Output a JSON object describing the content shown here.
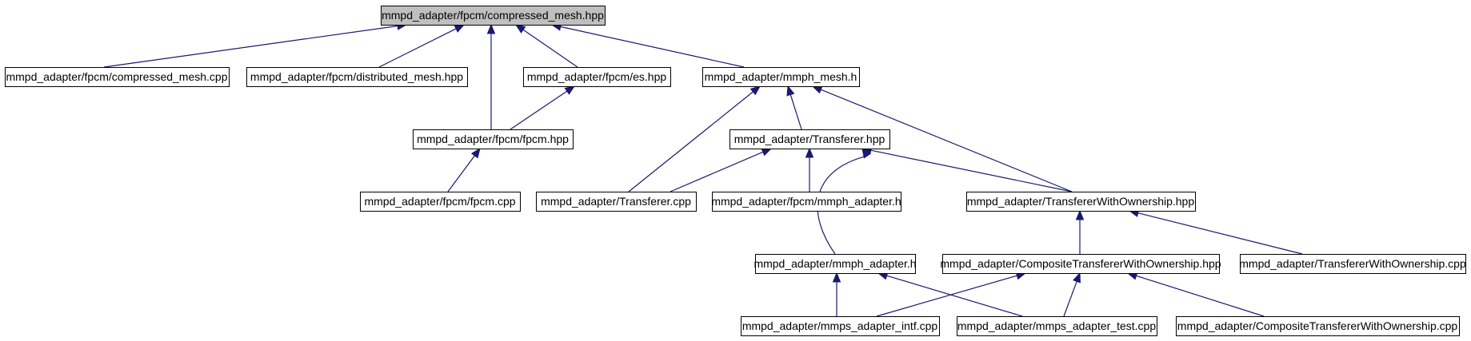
{
  "diagram": {
    "type": "include-dependency-graph",
    "colors": {
      "edge": "#191970",
      "root_fill": "#bfbfbf",
      "node_fill": "#ffffff",
      "node_border": "#000000"
    },
    "nodes": [
      {
        "id": "root",
        "label": "mmpd_adapter/fpcm/compressed_mesh.hpp",
        "root": true
      },
      {
        "id": "cm_cpp",
        "label": "mmpd_adapter/fpcm/compressed_mesh.cpp"
      },
      {
        "id": "dist_hpp",
        "label": "mmpd_adapter/fpcm/distributed_mesh.hpp"
      },
      {
        "id": "es_hpp",
        "label": "mmpd_adapter/fpcm/es.hpp"
      },
      {
        "id": "mmph_mesh",
        "label": "mmpd_adapter/mmph_mesh.h"
      },
      {
        "id": "fpcm_hpp",
        "label": "mmpd_adapter/fpcm/fpcm.hpp"
      },
      {
        "id": "tr_hpp",
        "label": "mmpd_adapter/Transferer.hpp"
      },
      {
        "id": "fpcm_cpp",
        "label": "mmpd_adapter/fpcm/fpcm.cpp"
      },
      {
        "id": "tr_cpp",
        "label": "mmpd_adapter/Transferer.cpp"
      },
      {
        "id": "fpcm_mmph",
        "label": "mmpd_adapter/fpcm/mmph_adapter.h"
      },
      {
        "id": "two_hpp",
        "label": "mmpd_adapter/TransfererWithOwnership.hpp"
      },
      {
        "id": "mmph_ad",
        "label": "mmpd_adapter/mmph_adapter.h"
      },
      {
        "id": "ctwo_hpp",
        "label": "mmpd_adapter/CompositeTransfererWithOwnership.hpp"
      },
      {
        "id": "two_cpp",
        "label": "mmpd_adapter/TransfererWithOwnership.cpp"
      },
      {
        "id": "intf_cpp",
        "label": "mmpd_adapter/mmps_adapter_intf.cpp"
      },
      {
        "id": "test_cpp",
        "label": "mmpd_adapter/mmps_adapter_test.cpp"
      },
      {
        "id": "ctwo_cpp",
        "label": "mmpd_adapter/CompositeTransfererWithOwnership.cpp"
      }
    ],
    "edges": [
      {
        "from": "cm_cpp",
        "to": "root"
      },
      {
        "from": "dist_hpp",
        "to": "root"
      },
      {
        "from": "fpcm_hpp",
        "to": "root"
      },
      {
        "from": "es_hpp",
        "to": "root"
      },
      {
        "from": "mmph_mesh",
        "to": "root"
      },
      {
        "from": "fpcm_hpp",
        "to": "es_hpp"
      },
      {
        "from": "tr_cpp",
        "to": "mmph_mesh"
      },
      {
        "from": "tr_hpp",
        "to": "mmph_mesh"
      },
      {
        "from": "two_hpp",
        "to": "mmph_mesh"
      },
      {
        "from": "fpcm_cpp",
        "to": "fpcm_hpp"
      },
      {
        "from": "tr_cpp",
        "to": "tr_hpp"
      },
      {
        "from": "fpcm_mmph",
        "to": "tr_hpp"
      },
      {
        "from": "two_hpp",
        "to": "tr_hpp"
      },
      {
        "from": "mmph_ad",
        "to": "tr_hpp"
      },
      {
        "from": "ctwo_hpp",
        "to": "two_hpp"
      },
      {
        "from": "two_cpp",
        "to": "two_hpp"
      },
      {
        "from": "intf_cpp",
        "to": "mmph_ad"
      },
      {
        "from": "test_cpp",
        "to": "mmph_ad"
      },
      {
        "from": "intf_cpp",
        "to": "ctwo_hpp"
      },
      {
        "from": "test_cpp",
        "to": "ctwo_hpp"
      },
      {
        "from": "ctwo_cpp",
        "to": "ctwo_hpp"
      }
    ]
  }
}
